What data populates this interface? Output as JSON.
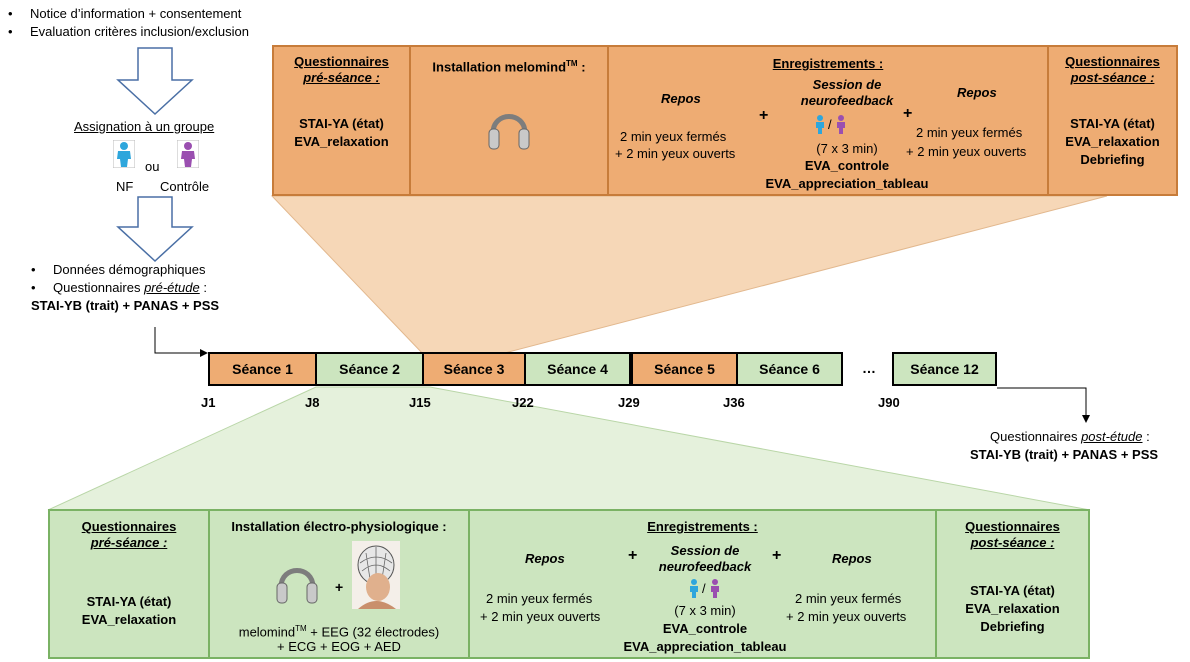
{
  "top_left": {
    "bullet1": "Notice d’information + consentement",
    "bullet2": "Evaluation critères inclusion/exclusion",
    "assign_title": "Assignation à un groupe",
    "or": "ou",
    "nf": "NF",
    "ctrl": "Contrôle",
    "bullet3": "Données démographiques",
    "bullet4_prefix": "Questionnaires ",
    "bullet4_em": "pré-étude",
    "bullet4_suffix": " :",
    "pre_study": "STAI-YB (trait) + PANAS + PSS"
  },
  "top_panel": {
    "q_pre_title": "Questionnaires",
    "q_pre_sub": "pré-séance :",
    "q_pre_l1": "STAI-YA (état)",
    "q_pre_l2": "EVA_relaxation",
    "install_title": "Installation melomind",
    "install_tm": "TM",
    "install_colon": " :",
    "enreg_title": "Enregistrements :",
    "repos": "Repos",
    "plus": "+",
    "rest_l1": "2 min yeux fermés",
    "rest_l2": "+ 2 min yeux ouverts",
    "sess_l1": "Session de",
    "sess_l2": "neurofeedback",
    "slash": "/",
    "sess_dur": "(7 x 3 min)",
    "eva_ctrl": "EVA_controle",
    "eva_app": "EVA_appreciation_tableau",
    "q_post_title": "Questionnaires",
    "q_post_sub": "post-séance :",
    "q_post_l1": "STAI-YA (état)",
    "q_post_l2": "EVA_relaxation",
    "q_post_l3": "Debriefing"
  },
  "timeline": {
    "sessions": [
      "Séance 1",
      "Séance 2",
      "Séance 3",
      "Séance 4",
      "Séance 5",
      "Séance 6",
      "Séance 12"
    ],
    "ellipsis": "…",
    "days": [
      "J1",
      "J8",
      "J15",
      "J22",
      "J29",
      "J36",
      "J90"
    ]
  },
  "post_study": {
    "prefix": "Questionnaires ",
    "em": "post-étude",
    "suffix": " :",
    "line2": "STAI-YB (trait) + PANAS + PSS"
  },
  "bottom_panel": {
    "q_pre_title": "Questionnaires",
    "q_pre_sub": "pré-séance :",
    "q_pre_l1": "STAI-YA (état)",
    "q_pre_l2": "EVA_relaxation",
    "install_title": "Installation électro-physiologique :",
    "plus": "+",
    "equip_l1_a": "melomind",
    "equip_tm": "TM",
    "equip_l1_b": " + EEG (32 électrodes)",
    "equip_l2": "+ ECG + EOG + AED",
    "enreg_title": "Enregistrements :",
    "repos": "Repos",
    "rest_l1": "2 min yeux fermés",
    "rest_l2": "+ 2 min yeux ouverts",
    "sess_l1": "Session de",
    "sess_l2": "neurofeedback",
    "slash": "/",
    "sess_dur": "(7 x 3 min)",
    "eva_ctrl": "EVA_controle",
    "eva_app": "EVA_appreciation_tableau",
    "q_post_title": "Questionnaires",
    "q_post_sub": "post-séance :",
    "q_post_l1": "STAI-YA (état)",
    "q_post_l2": "EVA_relaxation",
    "q_post_l3": "Debriefing"
  },
  "colors": {
    "orange_fill": "#eeac73",
    "orange_border": "#c77c3a",
    "green_fill": "#cce5bf",
    "green_border": "#7ab264",
    "nf_icon": "#2ea6dc",
    "ctrl_icon": "#9a4fb0"
  }
}
